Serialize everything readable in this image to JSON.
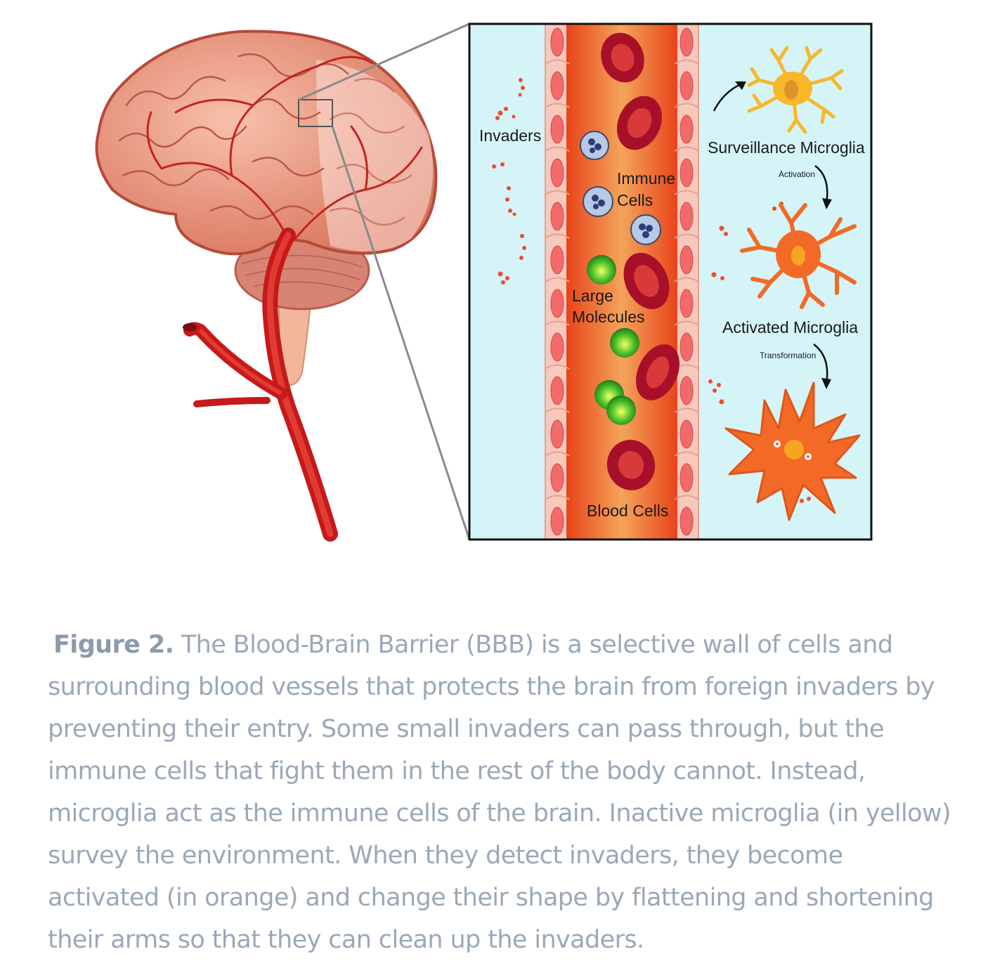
{
  "diagram": {
    "labels": {
      "invaders": "Invaders",
      "immune_line1": "Immune",
      "immune_line2": "Cells",
      "large_line1": "Large",
      "large_line2": "Molecules",
      "blood_cells": "Blood Cells",
      "surveillance": "Surveillance Microglia",
      "activation": "Activation",
      "activated": "Activated Microglia",
      "transformation": "Transformation"
    },
    "colors": {
      "panel_bg": "#d4f4f8",
      "vessel": "#ee6a2a",
      "vessel_core": "#f4a35a",
      "wall": "#f7c9bd",
      "rbc": "#a8102a",
      "immune": "#b7c9e6",
      "molecule": "#3ab52a",
      "surveillance_microglia": "#f7b82a",
      "activated_microglia": "#f26a26",
      "brain": "#e98b75",
      "artery": "#d3201e"
    }
  },
  "caption": {
    "lead": "Figure 2.",
    "text": " The Blood-Brain Barrier (BBB) is a selective wall of cells and surrounding blood vessels that protects the brain from foreign invaders by preventing their entry. Some small invaders can pass through, but the immune cells that fight them in the rest of the body cannot. Instead, microglia act as the immune cells of the brain. Inactive microglia (in yellow) survey the environment. When they detect invaders, they become activated (in orange) and change their shape by flattening and shortening their arms so that they can clean up the invaders."
  }
}
